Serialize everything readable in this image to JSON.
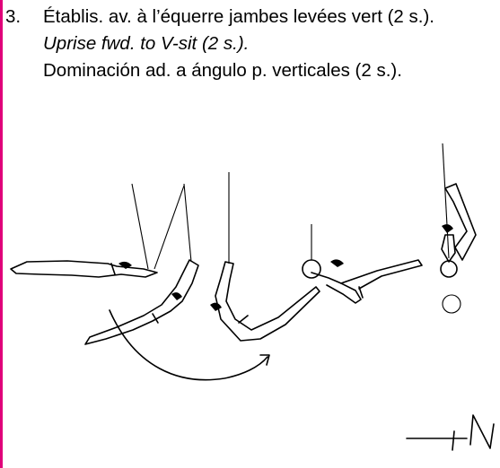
{
  "element": {
    "number": "3.",
    "french": "Établis. av. à l’équerre jambes levées vert (2 s.).",
    "english": "Uprise fwd. to V-sit (2 s.).",
    "spanish": "Dominación ad. a ángulo p. verticales (2 s.)."
  },
  "colors": {
    "margin_bar": "#e0007a"
  },
  "signature": "tN"
}
